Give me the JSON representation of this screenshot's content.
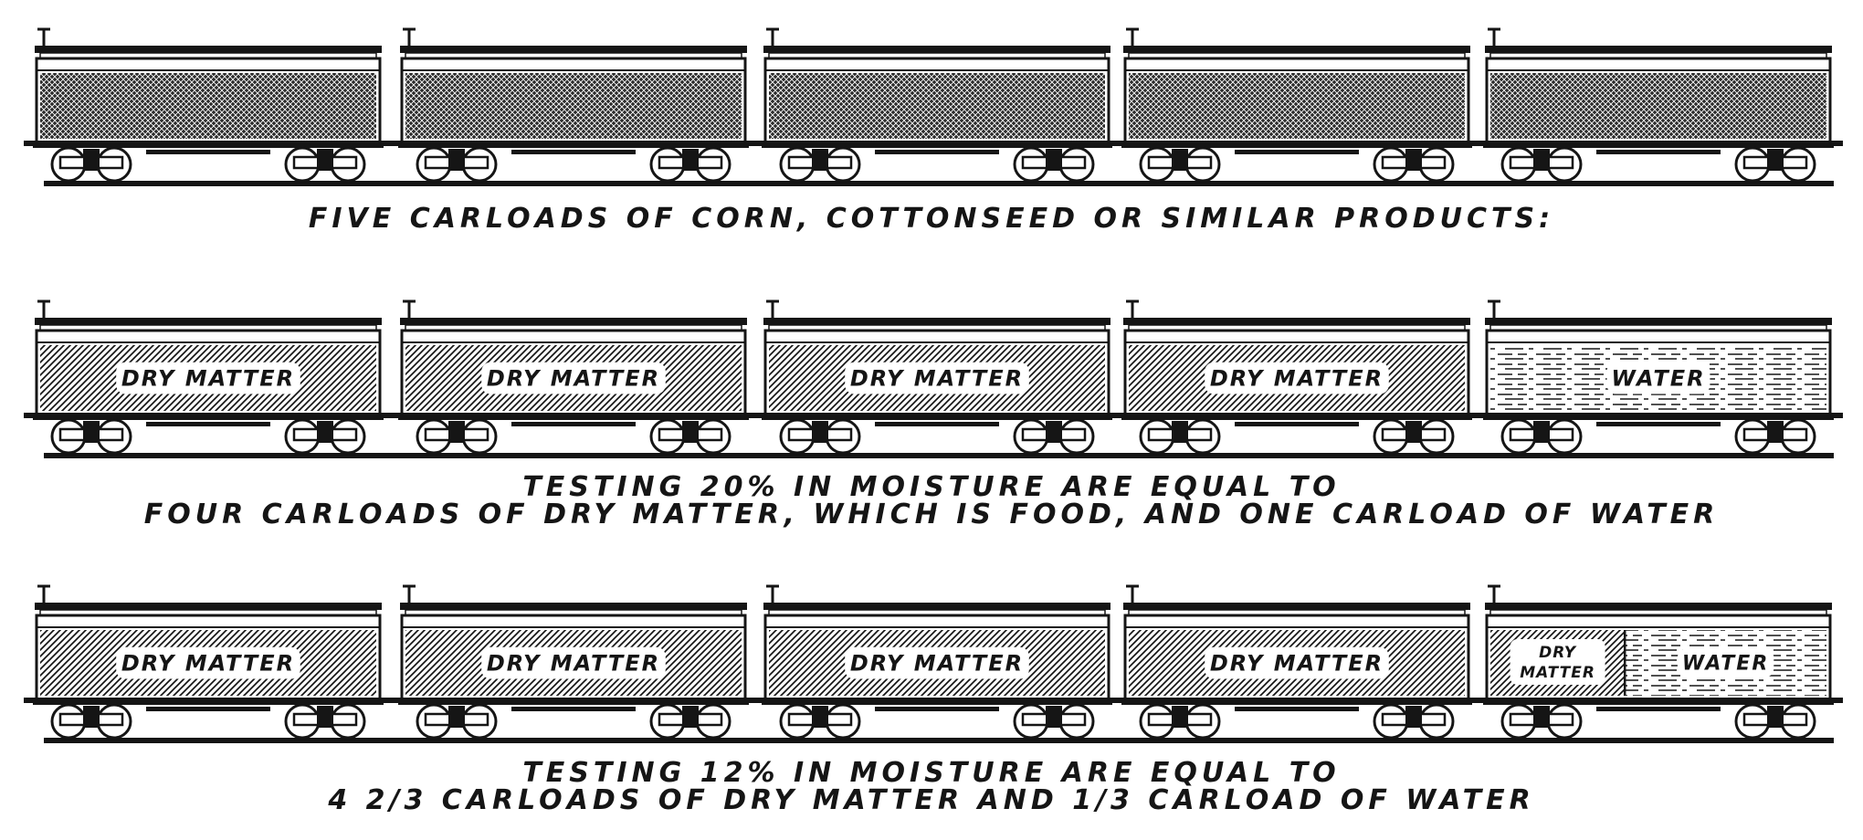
{
  "colors": {
    "ink": "#151515",
    "paper": "#ffffff"
  },
  "rows": [
    {
      "cars": [
        {
          "fill": "crosshatch"
        },
        {
          "fill": "crosshatch"
        },
        {
          "fill": "crosshatch"
        },
        {
          "fill": "crosshatch"
        },
        {
          "fill": "crosshatch"
        }
      ],
      "caption_lines": [
        "FIVE CARLOADS OF CORN, COTTONSEED OR SIMILAR PRODUCTS:"
      ]
    },
    {
      "cars": [
        {
          "fill": "diagonal",
          "label": "DRY MATTER"
        },
        {
          "fill": "diagonal",
          "label": "DRY MATTER"
        },
        {
          "fill": "diagonal",
          "label": "DRY MATTER"
        },
        {
          "fill": "diagonal",
          "label": "DRY MATTER"
        },
        {
          "fill": "water",
          "label": "WATER"
        }
      ],
      "caption_lines": [
        "TESTING 20% IN MOISTURE ARE EQUAL TO",
        "FOUR CARLOADS OF DRY MATTER, WHICH IS FOOD, AND ONE CARLOAD OF WATER"
      ]
    },
    {
      "cars": [
        {
          "fill": "diagonal",
          "label": "DRY MATTER"
        },
        {
          "fill": "diagonal",
          "label": "DRY MATTER"
        },
        {
          "fill": "diagonal",
          "label": "DRY MATTER"
        },
        {
          "fill": "diagonal",
          "label": "DRY MATTER"
        },
        {
          "fill": "split",
          "dry_fraction": 0.4,
          "label_dry_lines": [
            "DRY",
            "MATTER"
          ],
          "label_water": "WATER"
        }
      ],
      "caption_lines": [
        "TESTING 12% IN MOISTURE ARE EQUAL TO",
        "4 2/3 CARLOADS OF DRY MATTER AND 1/3 CARLOAD OF WATER"
      ]
    }
  ]
}
